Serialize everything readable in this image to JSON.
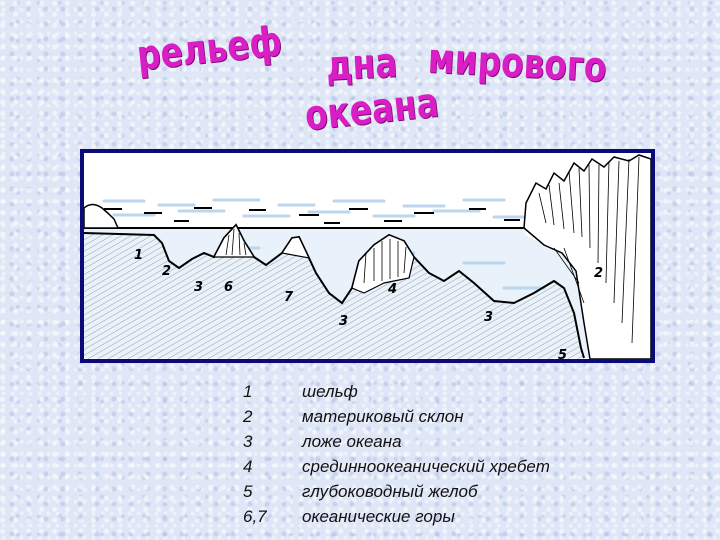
{
  "title": {
    "word1": "рельеф",
    "word2": "дна",
    "word3": "мирового",
    "word4": "океана"
  },
  "diagram": {
    "labels": [
      "1",
      "2",
      "3",
      "6",
      "7",
      "3",
      "4",
      "3",
      "2",
      "5"
    ]
  },
  "legend": [
    {
      "num": "1",
      "text": "шельф"
    },
    {
      "num": "2",
      "text": "материковый склон"
    },
    {
      "num": "3",
      "text": "ложе океана"
    },
    {
      "num": "4",
      "text": "срединноокеанический  хребет"
    },
    {
      "num": "5",
      "text": "глубоководный желоб"
    },
    {
      "num": "6,7",
      "text": "океанические горы"
    }
  ],
  "colors": {
    "title": "#d81ec4",
    "frame": "#0a0a78",
    "water": "#b8d2ec",
    "seabed": "#000000"
  }
}
